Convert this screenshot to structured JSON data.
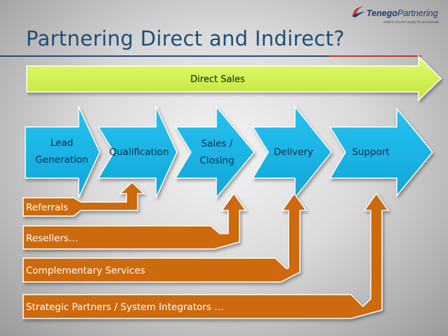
{
  "title": "Partnering Direct and Indirect?",
  "logo": {
    "brand_part1": "Tenego",
    "brand_part2": "Partnering",
    "tagline": "where you're ready to accelerate"
  },
  "direct_sales": "Direct Sales",
  "stages": [
    {
      "line1": "Lead",
      "line2": "Generation"
    },
    {
      "line1": "Qualification",
      "line2": ""
    },
    {
      "line1": "Sales /",
      "line2": "Closing"
    },
    {
      "line1": "Delivery",
      "line2": ""
    },
    {
      "line1": "Support",
      "line2": ""
    }
  ],
  "channels": [
    {
      "label": "Referrals"
    },
    {
      "label": "Resellers…"
    },
    {
      "label": "Complementary Services"
    },
    {
      "label": "Strategic Partners / System Integrators …"
    }
  ],
  "colors": {
    "title": "#1f4e79",
    "green_arrow": "#ccf14a",
    "blue_chevron": "#17b6e8",
    "orange_bar": "#cc6a0c",
    "orange_border": "#ffffff"
  }
}
